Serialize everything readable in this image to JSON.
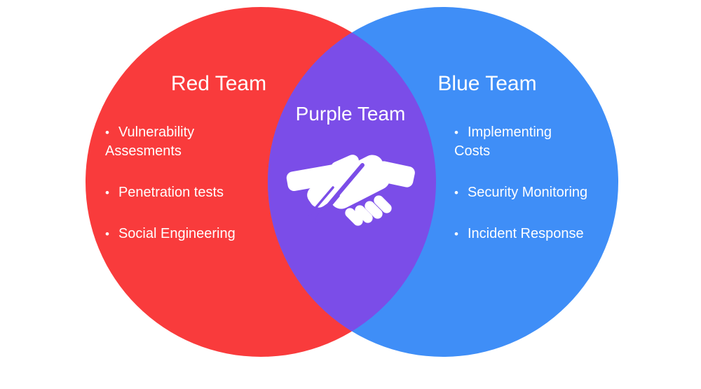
{
  "colors": {
    "red": "#F93B3C",
    "blue": "#3F8EF7",
    "purple": "#7B4DE8",
    "icon": "#FFFFFF",
    "text": "#FFFFFF",
    "background": "#FFFFFF"
  },
  "bullet": "•",
  "venn": {
    "left": {
      "title": "Red Team",
      "items": [
        "Vulnerability Assesments",
        "Penetration tests",
        "Social Engineering"
      ]
    },
    "center": {
      "title": "Purple Team",
      "icon": "handshake-icon"
    },
    "right": {
      "title": "Blue Team",
      "items": [
        "Implementing Costs",
        "Security Monitoring",
        "Incident Response"
      ]
    }
  }
}
